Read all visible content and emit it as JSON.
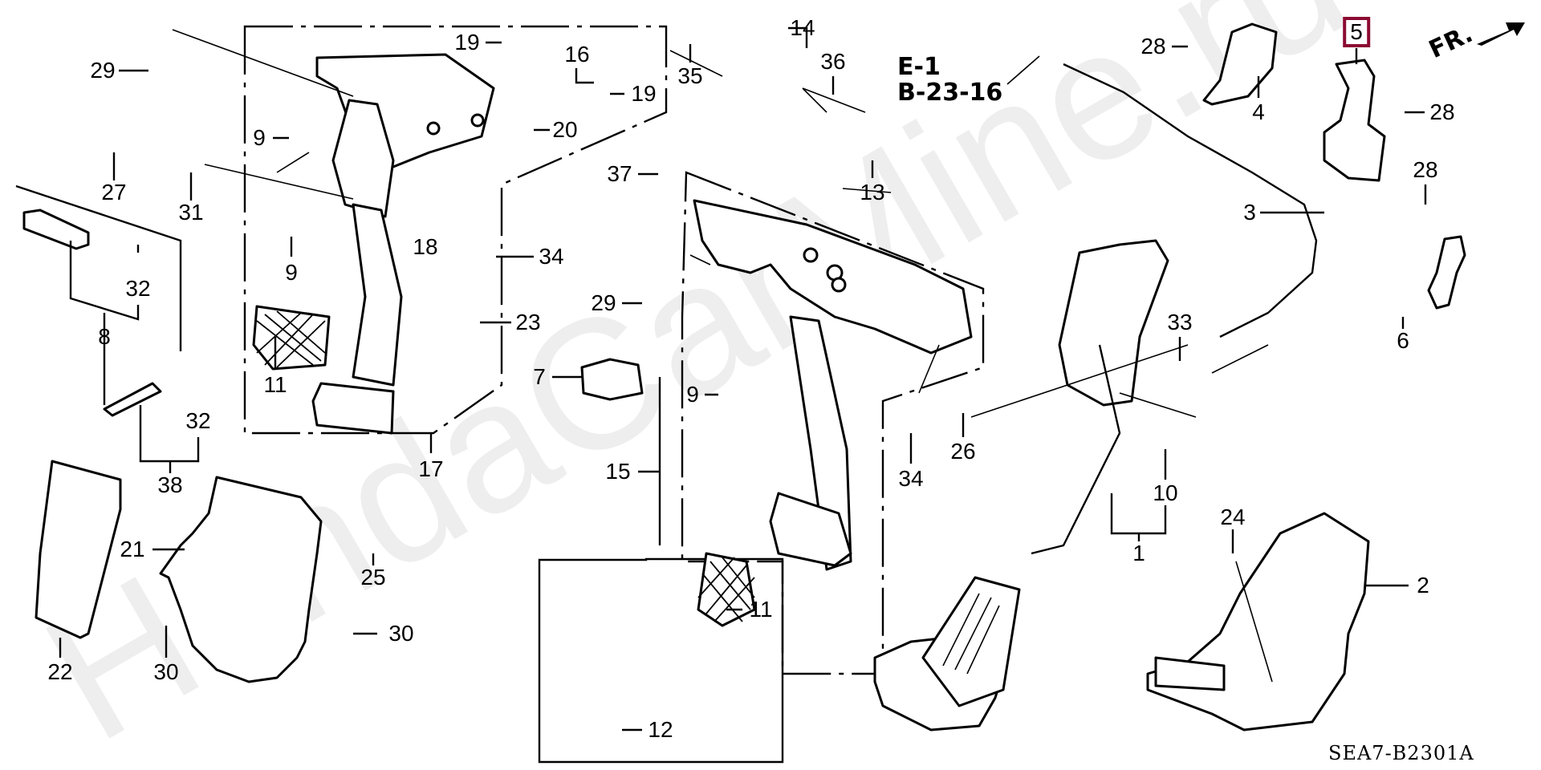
{
  "diagram": {
    "title_code": "SEA7-B2301A",
    "orientation_marker": "FR.",
    "cross_reference": [
      "E-1",
      "B-23-16"
    ],
    "highlighted_part": "5",
    "highlight_color": "#8b0a32",
    "watermark": "HondaCarMine.ru",
    "watermark_color": "#eeeeee",
    "callouts": [
      {
        "id": "c29a",
        "label": "29"
      },
      {
        "id": "c27",
        "label": "27"
      },
      {
        "id": "c31",
        "label": "31"
      },
      {
        "id": "c9a",
        "label": "9"
      },
      {
        "id": "c32a",
        "label": "32"
      },
      {
        "id": "c8",
        "label": "8"
      },
      {
        "id": "c32b",
        "label": "32"
      },
      {
        "id": "c38",
        "label": "38"
      },
      {
        "id": "c9b",
        "label": "9"
      },
      {
        "id": "c18",
        "label": "18"
      },
      {
        "id": "c11a",
        "label": "11"
      },
      {
        "id": "c17",
        "label": "17"
      },
      {
        "id": "c19a",
        "label": "19"
      },
      {
        "id": "c16",
        "label": "16"
      },
      {
        "id": "c19b",
        "label": "19"
      },
      {
        "id": "c20",
        "label": "20"
      },
      {
        "id": "c34a",
        "label": "34"
      },
      {
        "id": "c23",
        "label": "23"
      },
      {
        "id": "c35",
        "label": "35"
      },
      {
        "id": "c14",
        "label": "14"
      },
      {
        "id": "c36",
        "label": "36"
      },
      {
        "id": "c37",
        "label": "37"
      },
      {
        "id": "c13",
        "label": "13"
      },
      {
        "id": "c29b",
        "label": "29"
      },
      {
        "id": "c7",
        "label": "7"
      },
      {
        "id": "c9c",
        "label": "9"
      },
      {
        "id": "c15",
        "label": "15"
      },
      {
        "id": "c34b",
        "label": "34"
      },
      {
        "id": "c26",
        "label": "26"
      },
      {
        "id": "c28a",
        "label": "28"
      },
      {
        "id": "c4",
        "label": "4"
      },
      {
        "id": "c5",
        "label": "5"
      },
      {
        "id": "c28b",
        "label": "28"
      },
      {
        "id": "c3",
        "label": "3"
      },
      {
        "id": "c28c",
        "label": "28"
      },
      {
        "id": "c6",
        "label": "6"
      },
      {
        "id": "c33",
        "label": "33"
      },
      {
        "id": "c10",
        "label": "10"
      },
      {
        "id": "c1",
        "label": "1"
      },
      {
        "id": "c24",
        "label": "24"
      },
      {
        "id": "c2",
        "label": "2"
      },
      {
        "id": "c21",
        "label": "21"
      },
      {
        "id": "c25",
        "label": "25"
      },
      {
        "id": "c30a",
        "label": "30"
      },
      {
        "id": "c30b",
        "label": "30"
      },
      {
        "id": "c22",
        "label": "22"
      },
      {
        "id": "c11b",
        "label": "11"
      },
      {
        "id": "c12",
        "label": "12"
      }
    ]
  }
}
